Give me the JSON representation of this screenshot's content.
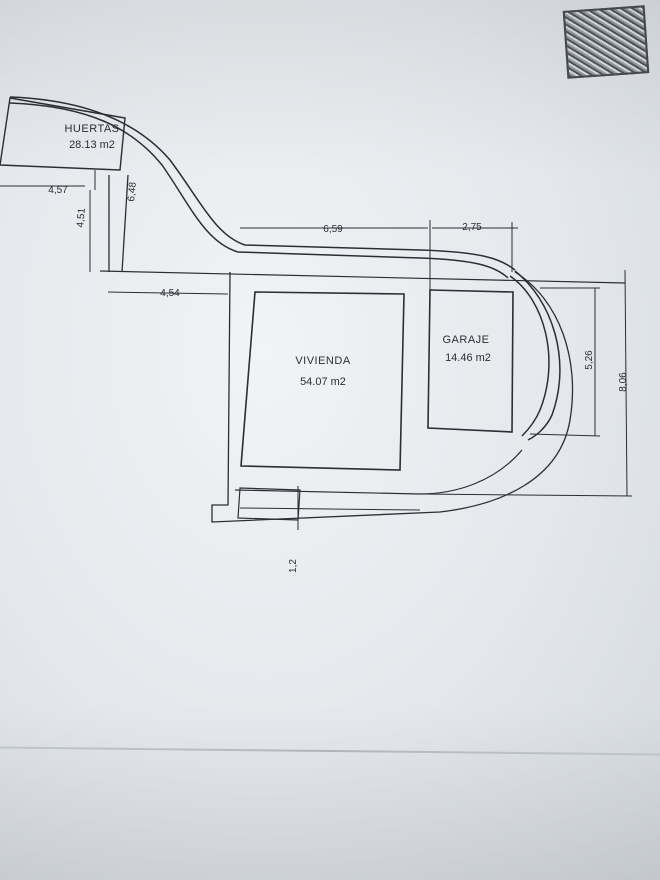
{
  "rooms": {
    "huertas": {
      "title": "HUERTAS",
      "area": "28.13 m2"
    },
    "vivienda": {
      "title": "VIVIENDA",
      "area": "54.07 m2"
    },
    "garaje": {
      "title": "GARAJE",
      "area": "14.46 m2"
    }
  },
  "dimensions": {
    "d_457": "4,57",
    "d_451": "4,51",
    "d_648": "6,48",
    "d_454": "4,54",
    "d_659": "6,59",
    "d_275": "2,75",
    "d_526": "5,26",
    "d_806": "8,06",
    "d_12": "1,2"
  },
  "colors": {
    "ink": "#2b2f35",
    "paper": "#eef1f4"
  },
  "stamp": {
    "icon": "stamp-seal-icon"
  }
}
